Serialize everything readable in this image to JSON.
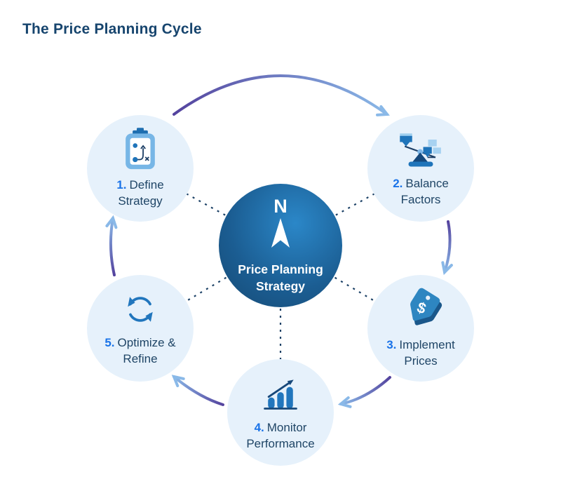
{
  "title": "The Price Planning Cycle",
  "center": {
    "label": "Price Planning Strategy",
    "icon": "compass-north-icon",
    "compass_letter": "N"
  },
  "cycle": {
    "direction": "clockwise",
    "steps": [
      {
        "number": "1.",
        "label": "Define Strategy",
        "icon": "strategy-clipboard-icon"
      },
      {
        "number": "2.",
        "label": "Balance Factors",
        "icon": "balance-scale-icon"
      },
      {
        "number": "3.",
        "label": "Implement Prices",
        "icon": "price-tag-icon"
      },
      {
        "number": "4.",
        "label": "Monitor Performance",
        "icon": "bar-chart-growth-icon"
      },
      {
        "number": "5.",
        "label": "Optimize & Refine",
        "icon": "refresh-cycle-icon"
      }
    ]
  },
  "colors": {
    "title_text": "#17456e",
    "step_number_accent": "#1a73e8",
    "step_label_text": "#1f4566",
    "satellite_fill": "#e6f1fb",
    "center_gradient_light": "#2b87c8",
    "center_gradient_dark": "#164a74",
    "arrow_gradient_start_purple": "#54439e",
    "arrow_gradient_end_blue": "#8ab9e8",
    "dashed_spoke": "#1c4166",
    "icon_mid_blue": "#2176bd",
    "icon_dark_navy": "#17487a",
    "icon_light_blue": "#a7d2f1"
  }
}
